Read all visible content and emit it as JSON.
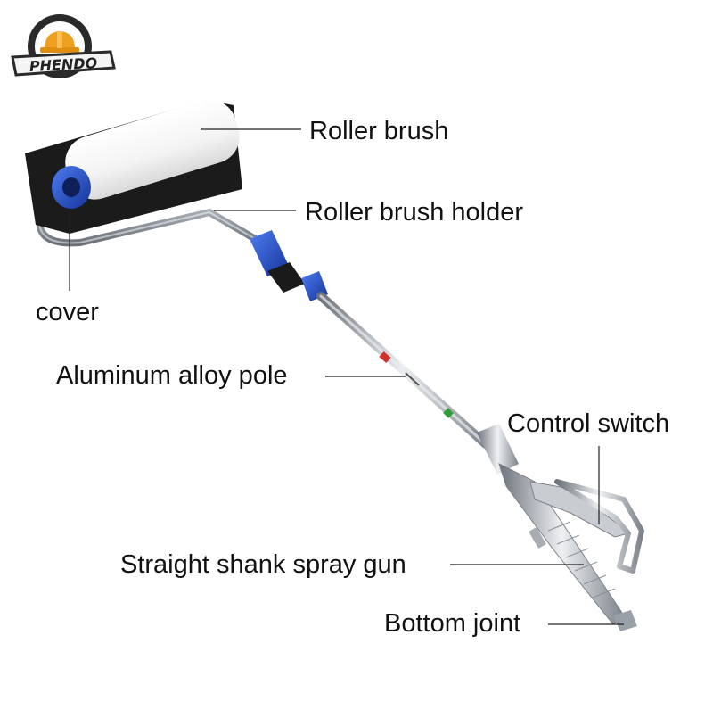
{
  "brand": {
    "logo_text": "PHENDO",
    "colors": {
      "ring": "#2a2a2a",
      "helmet": "#f0a020",
      "ribbon": "#f4f4f4"
    }
  },
  "product": {
    "parts": [
      {
        "id": "roller-brush",
        "label": "Roller brush"
      },
      {
        "id": "roller-brush-holder",
        "label": "Roller brush holder"
      },
      {
        "id": "cover",
        "label": "cover"
      },
      {
        "id": "aluminum-alloy-pole",
        "label": "Aluminum alloy pole"
      },
      {
        "id": "control-switch",
        "label": "Control switch"
      },
      {
        "id": "straight-shank-spray-gun",
        "label": "Straight shank spray gun"
      },
      {
        "id": "bottom-joint",
        "label": "Bottom joint"
      }
    ],
    "colors": {
      "roller_fabric": "#f6f6f6",
      "roller_core": "#1b1b1b",
      "blue_fitting": "#1f4fd0",
      "steel": "#b8bcc2",
      "leader_line": "#222222"
    }
  }
}
